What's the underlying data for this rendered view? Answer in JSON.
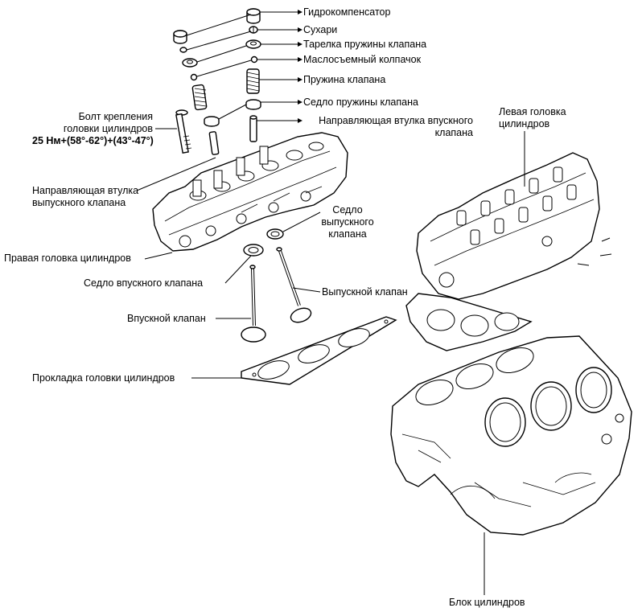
{
  "labels": {
    "lifter": "Гидрокомпенсатор",
    "keepers": "Сухари",
    "retainer": "Тарелка пружины клапана",
    "seal": "Маслосъемный колпачок",
    "spring": "Пружина клапана",
    "spring_seat": "Седло пружины клапана",
    "intake_guide_1": "Направляющая втулка впускного",
    "intake_guide_2": "клапана",
    "bolt_1": "Болт крепления",
    "bolt_2": "головки цилиндров",
    "bolt_torque": "25 Нм+(58°-62°)+(43°-47°)",
    "left_head_1": "Левая головка",
    "left_head_2": "цилиндров",
    "exhaust_guide_1": "Направляющая втулка",
    "exhaust_guide_2": "выпускного клапана",
    "exhaust_seat_1": "Седло",
    "exhaust_seat_2": "выпускного",
    "exhaust_seat_3": "клапана",
    "right_head": "Правая головка цилиндров",
    "intake_seat": "Седло впускного клапана",
    "exhaust_valve": "Выпускной клапан",
    "intake_valve": "Впускной клапан",
    "gasket": "Прокладка головки цилиндров",
    "block": "Блок цилиндров"
  }
}
